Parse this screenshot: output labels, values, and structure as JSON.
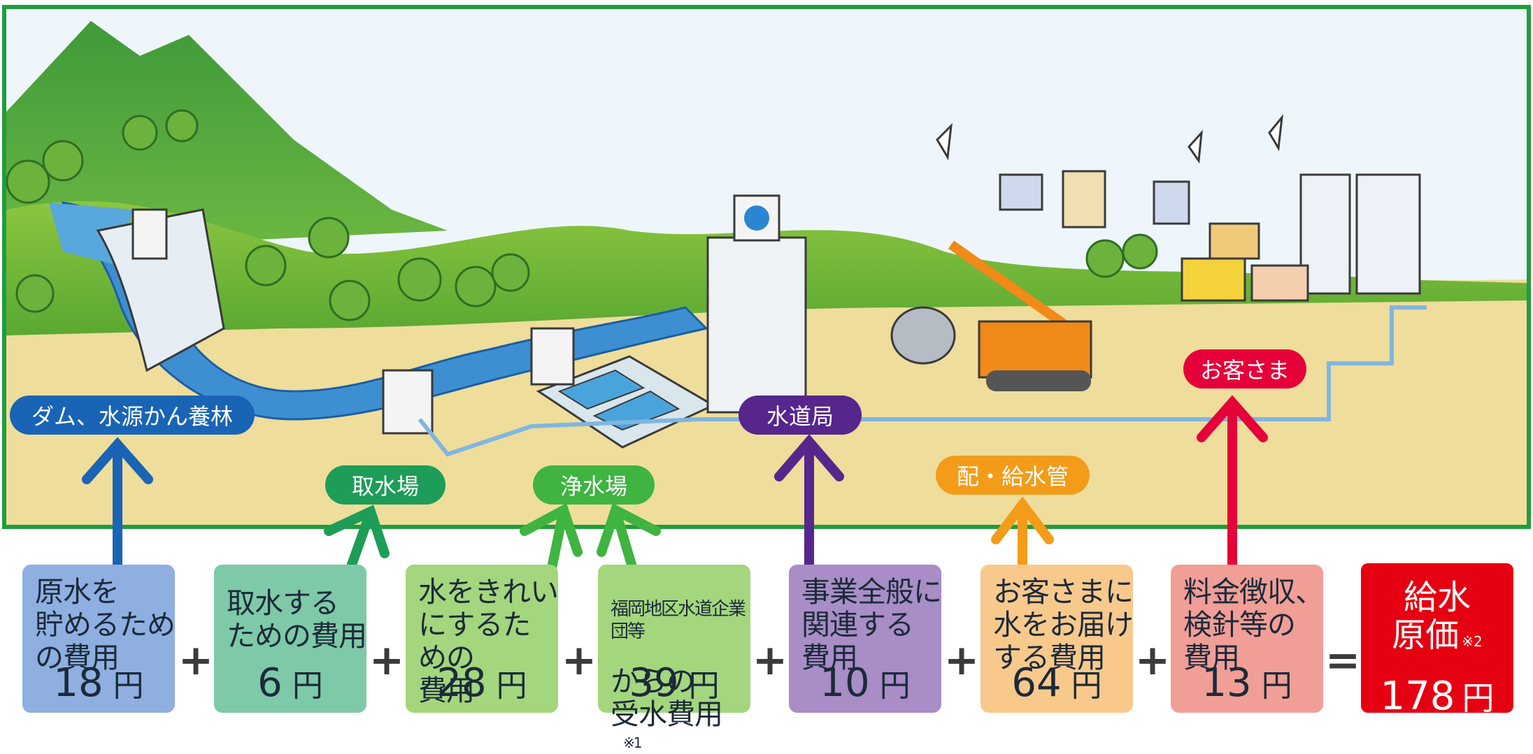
{
  "colors": {
    "frame_green": "#1e9e3c",
    "sky": "#eef6fb",
    "ground": "#efdd9b",
    "dam_blue": "#1a64b5",
    "intake_green": "#1d9d57",
    "purification_green": "#3fb441",
    "bureau_purple": "#56268c",
    "pipe_orange": "#f39c1a",
    "customer_red": "#e5003a",
    "result_red": "#e50012"
  },
  "stages": {
    "dam": "ダム、水源かん養林",
    "intake": "取水場",
    "purification": "浄水場",
    "bureau": "水道局",
    "pipes": "配・給水管",
    "customer": "お客さま"
  },
  "costs": [
    {
      "label": "原水を\n貯めるため\nの費用",
      "amount": "18",
      "unit": "円",
      "color": "#8eafe0"
    },
    {
      "label": "取水する\nための費用",
      "amount": "6",
      "unit": "円",
      "color": "#7ec9a8"
    },
    {
      "label": "水をきれい\nにするための\n費用",
      "amount": "28",
      "unit": "円",
      "color": "#a4d67d"
    },
    {
      "label_line1": "福岡地区水道企業団等",
      "label_line2": "からの\n受水費用",
      "note": "※1",
      "amount": "39",
      "unit": "円",
      "color": "#a4d67d"
    },
    {
      "label": "事業全般に\n関連する\n費用",
      "amount": "10",
      "unit": "円",
      "color": "#a88dc6"
    },
    {
      "label": "お客さまに\n水をお届け\nする費用",
      "amount": "64",
      "unit": "円",
      "color": "#f8c98b"
    },
    {
      "label": "料金徴収、\n検針等の\n費用",
      "amount": "13",
      "unit": "円",
      "color": "#f19e96"
    }
  ],
  "operators": {
    "plus": "+",
    "equals": "="
  },
  "result": {
    "line1": "給水",
    "line2": "原価",
    "note": "※2",
    "amount": "178",
    "unit": "円"
  }
}
